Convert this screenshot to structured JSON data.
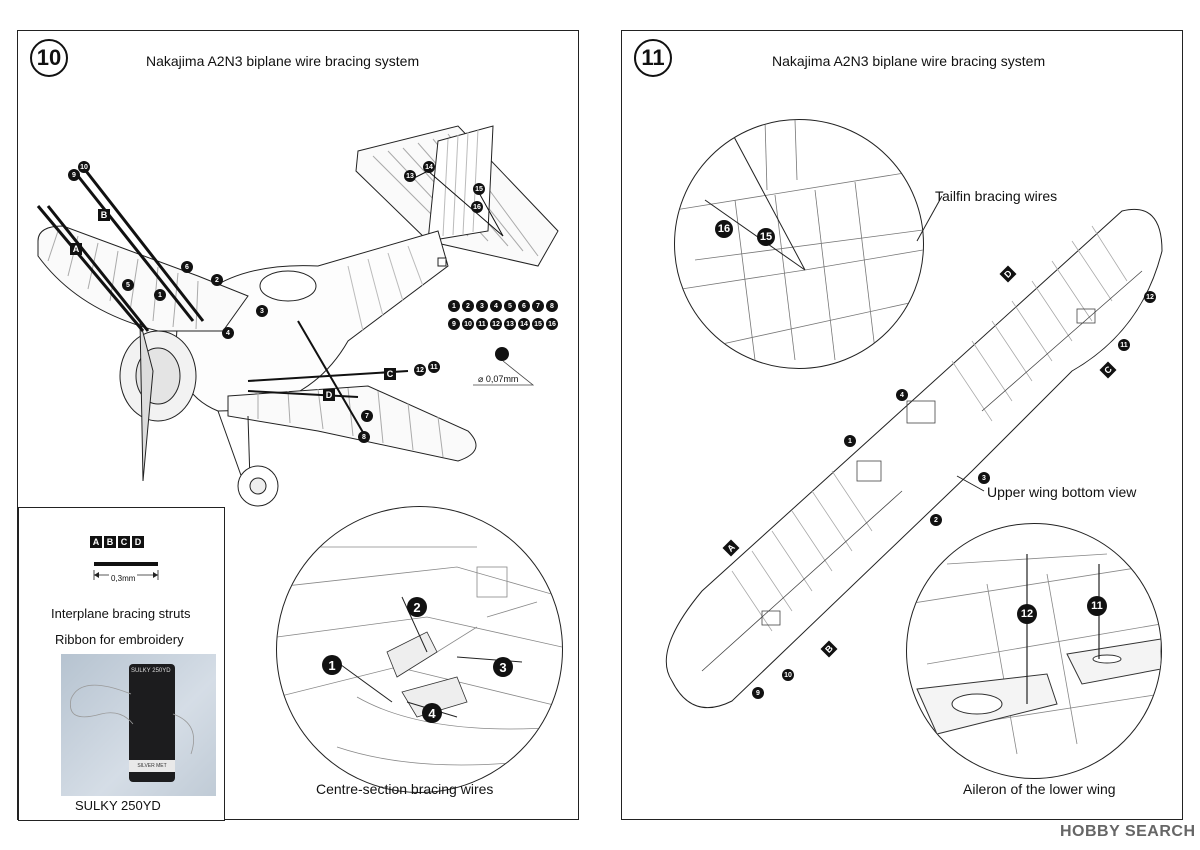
{
  "left_panel": {
    "step": "10",
    "title": "Nakajima A2N3 biplane wire bracing system",
    "wire_numbers_row1": [
      "1",
      "2",
      "3",
      "4",
      "5",
      "6",
      "7",
      "8"
    ],
    "wire_numbers_row2": [
      "9",
      "10",
      "11",
      "12",
      "13",
      "14",
      "15",
      "16"
    ],
    "wire_diameter": "0,07mm",
    "callouts": [
      "1",
      "2",
      "3",
      "4",
      "5",
      "6",
      "7",
      "8",
      "9",
      "10",
      "11",
      "12",
      "13",
      "14",
      "15",
      "16"
    ],
    "strut_callouts": [
      "A",
      "B",
      "C",
      "D"
    ],
    "centre_callouts": [
      "1",
      "2",
      "3",
      "4"
    ],
    "centre_section_label": "Centre-section bracing wires"
  },
  "struts_inset": {
    "letters": [
      "A",
      "B",
      "C",
      "D"
    ],
    "dimension": "0,3mm",
    "label1": "Interplane bracing struts",
    "label2": "Ribbon for embroidery",
    "spool_text": "SULKY 250YD",
    "spool_band_text": "SILVER MET",
    "caption": "SULKY 250YD"
  },
  "right_panel": {
    "step": "11",
    "title": "Nakajima A2N3 biplane wire bracing system",
    "tailfin_label": "Tailfin bracing wires",
    "tailfin_callouts": [
      "16",
      "15"
    ],
    "upper_wing_label": "Upper wing bottom view",
    "wing_callouts": [
      "1",
      "2",
      "3",
      "4",
      "9",
      "10",
      "11",
      "12"
    ],
    "wing_letters": [
      "A",
      "B",
      "C",
      "D"
    ],
    "aileron_callouts": [
      "12",
      "11"
    ],
    "aileron_label": "Aileron of the lower wing"
  },
  "watermark": "HOBBY SEARCH"
}
